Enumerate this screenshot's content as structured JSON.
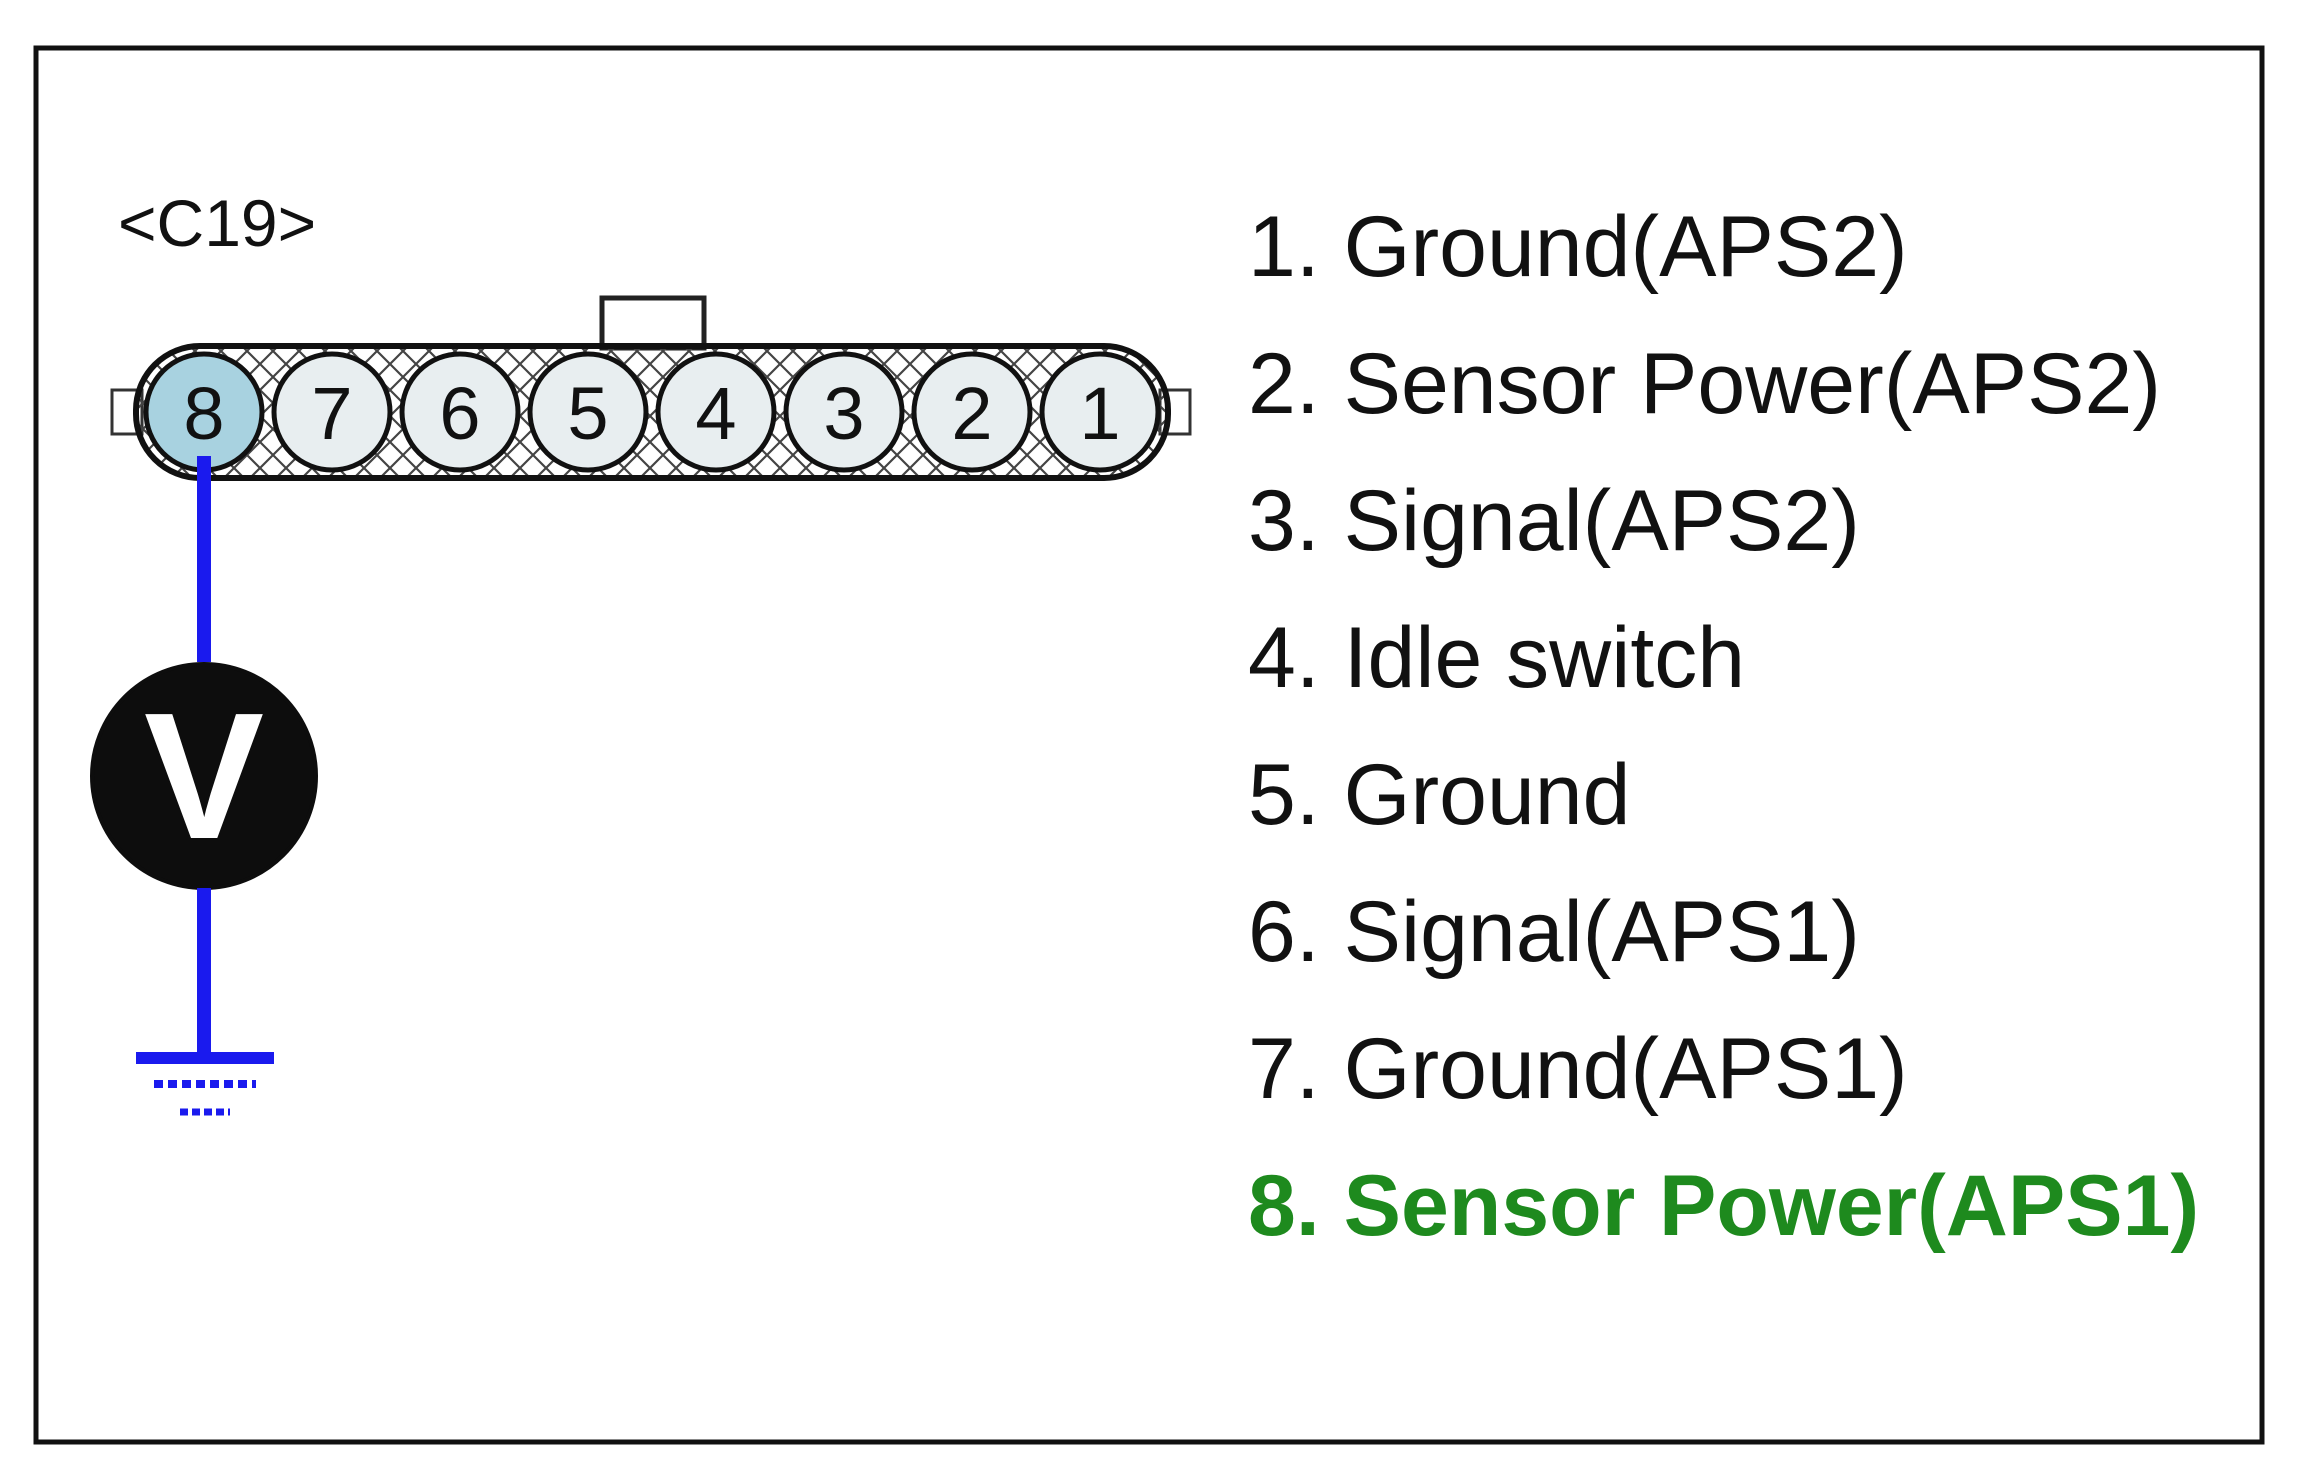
{
  "connector": {
    "label": "<C19>",
    "pins": [
      "8",
      "7",
      "6",
      "5",
      "4",
      "3",
      "2",
      "1"
    ],
    "measured_pin": "8"
  },
  "meter": {
    "symbol": "V",
    "icon": "voltmeter-icon"
  },
  "ground": {
    "icon": "ground-symbol-icon"
  },
  "legend": [
    {
      "text": "1. Ground(APS2)",
      "highlight": false
    },
    {
      "text": "2. Sensor Power(APS2)",
      "highlight": false
    },
    {
      "text": "3. Signal(APS2)",
      "highlight": false
    },
    {
      "text": "4. Idle switch",
      "highlight": false
    },
    {
      "text": "5. Ground",
      "highlight": false
    },
    {
      "text": "6. Signal(APS1)",
      "highlight": false
    },
    {
      "text": "7. Ground(APS1)",
      "highlight": false
    },
    {
      "text": "8. Sensor Power(APS1)",
      "highlight": true
    }
  ],
  "colors": {
    "wire": "#1a1aee",
    "highlight_text": "#1e8a1e",
    "measured_pin_fill": "#a8d2e0",
    "pin_fill": "#e8eef0",
    "frame": "#111111"
  }
}
